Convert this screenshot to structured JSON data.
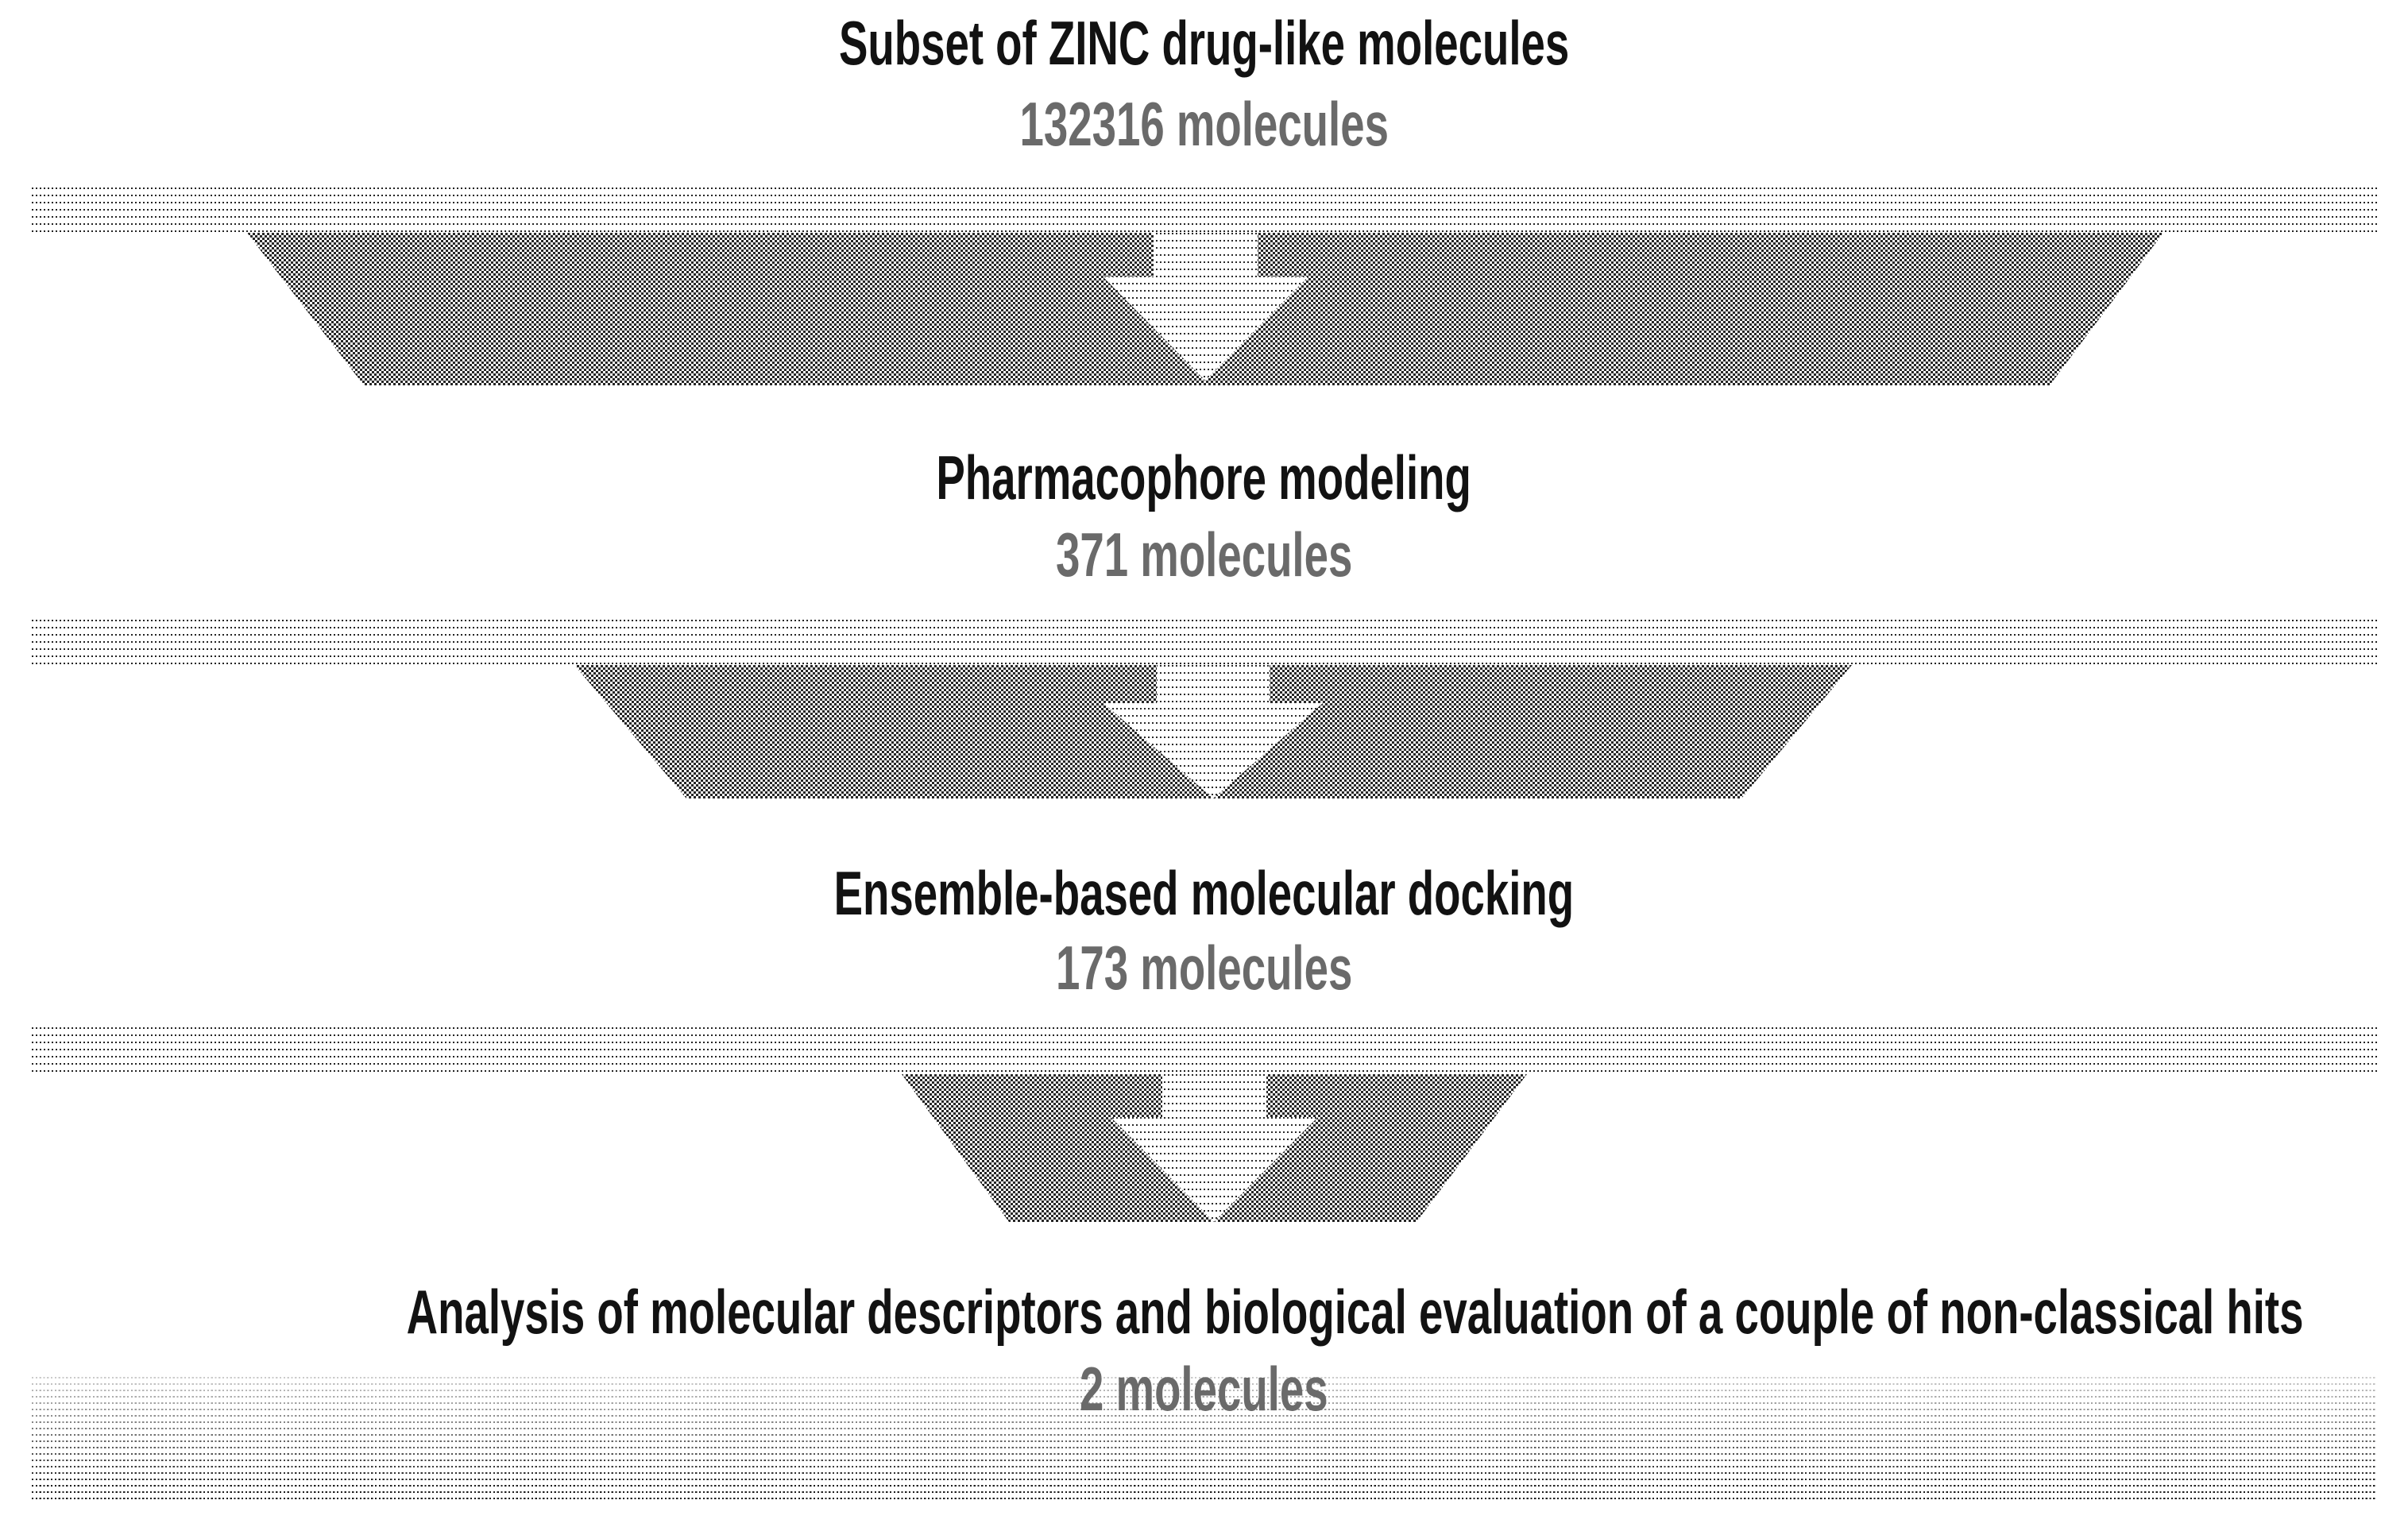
{
  "figure": {
    "type": "virtual-screening-funnel",
    "background_color": "#ffffff",
    "colors": {
      "title_text": "#121212",
      "count_text": "#6a6a6a",
      "funnel_gray": "#969696",
      "band_gray": "#e2e2e2",
      "arrow_cutout": "#f2f2f2"
    },
    "steps": [
      {
        "label": "Subset of ZINC drug-like molecules",
        "count": "132316 molecules",
        "count_value": 132316
      },
      {
        "label": "Pharmacophore modeling",
        "count": "371 molecules",
        "count_value": 371
      },
      {
        "label": "Ensemble-based molecular docking",
        "count": "173 molecules",
        "count_value": 173
      },
      {
        "label": "Analysis of molecular descriptors and biological evaluation of a couple of non-classical hits",
        "count": "2 molecules",
        "count_value": 2
      }
    ]
  }
}
